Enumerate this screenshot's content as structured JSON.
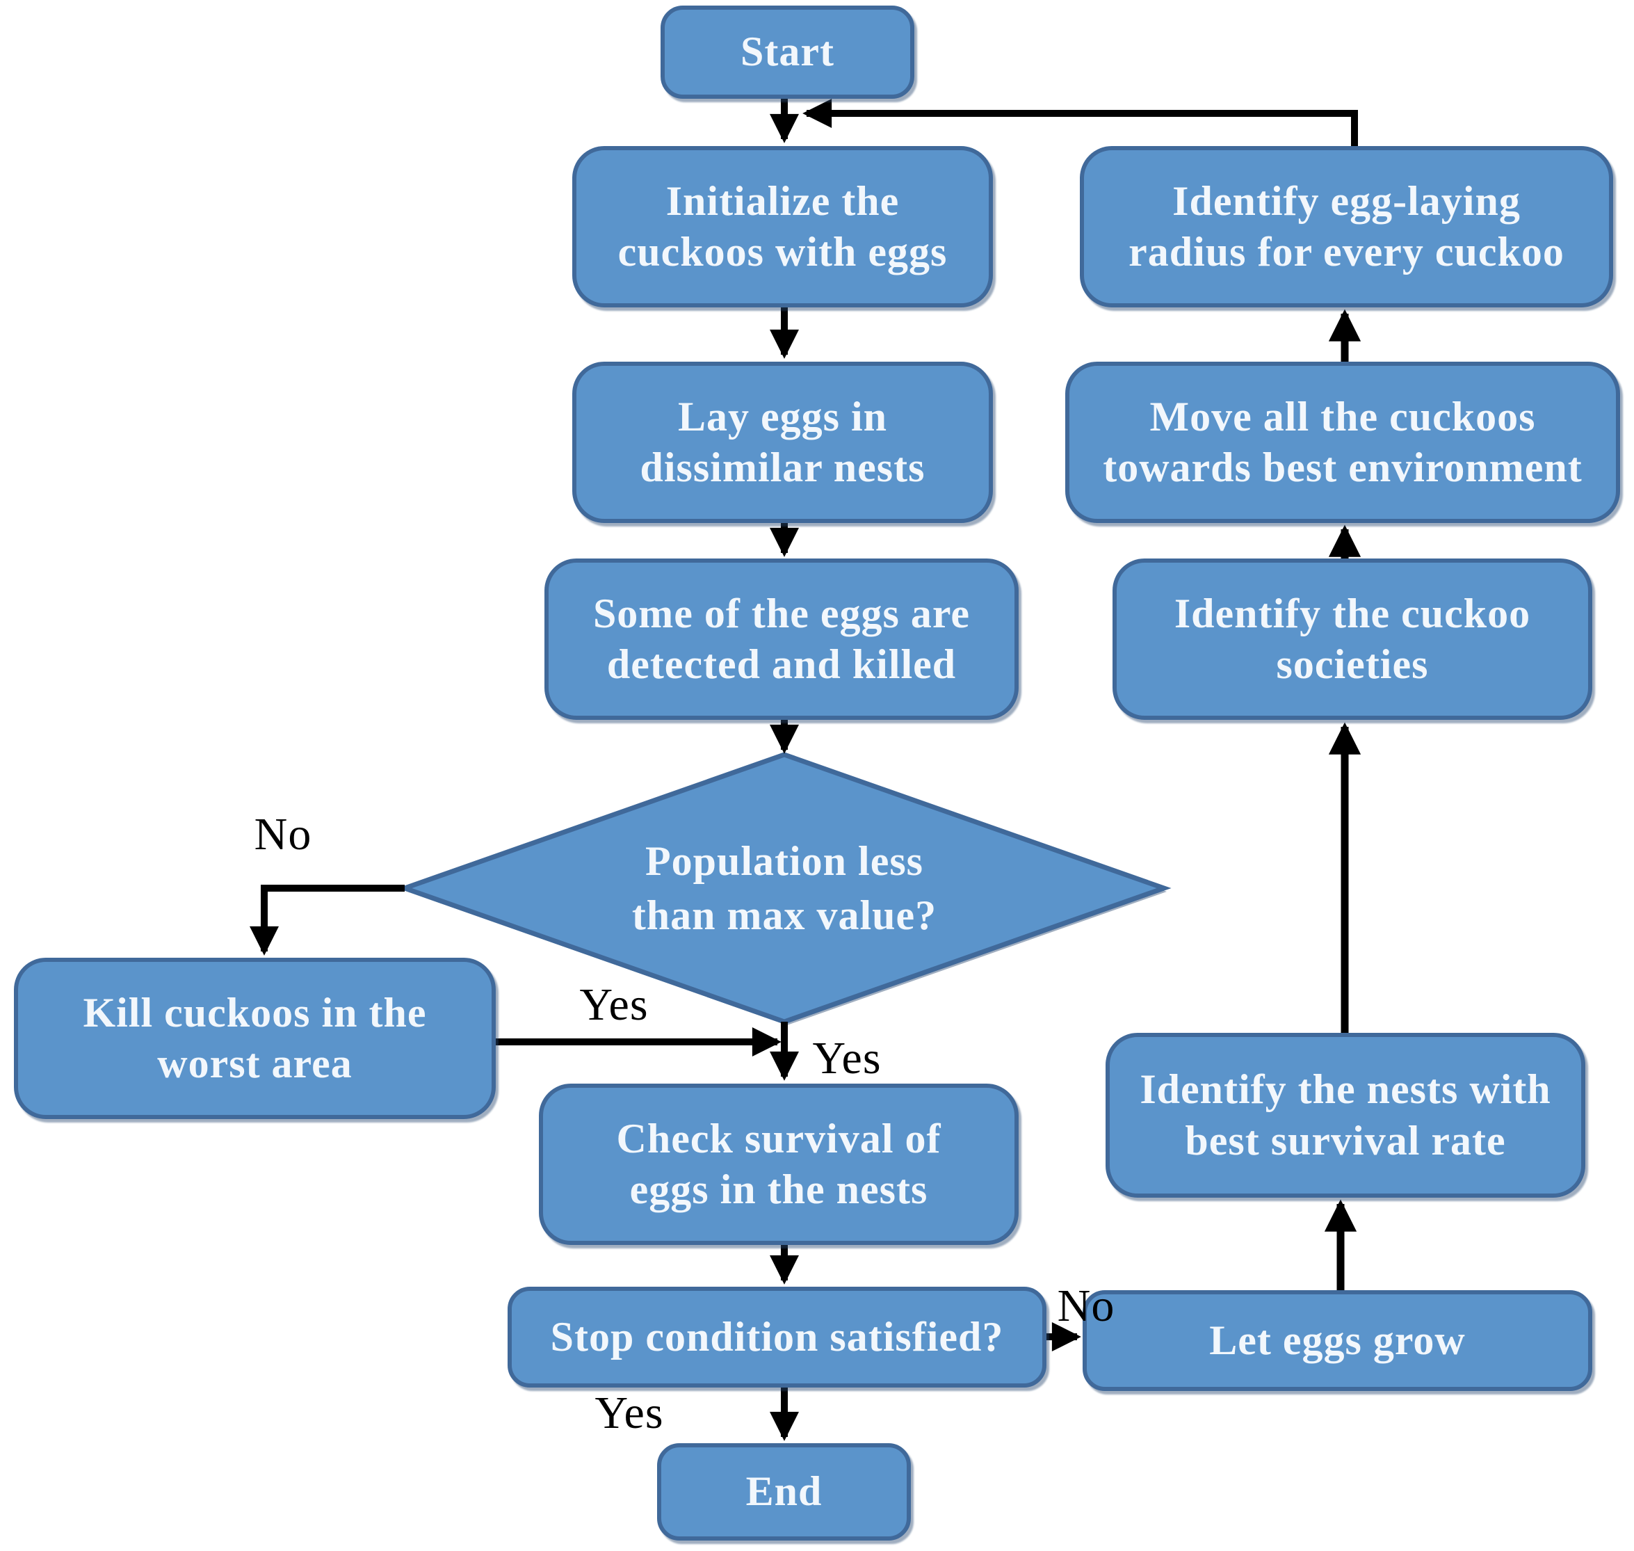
{
  "colors": {
    "node_fill": "#5b94cb",
    "node_border": "#40699a",
    "node_text": "#f2f7fc",
    "arrow": "#000000",
    "background": "#ffffff"
  },
  "nodes": {
    "start": {
      "lines": [
        "Start"
      ]
    },
    "initialize": {
      "lines": [
        "Initialize the",
        "cuckoos with eggs"
      ]
    },
    "lay_eggs": {
      "lines": [
        "Lay eggs in",
        "dissimilar nests"
      ]
    },
    "eggs_detected": {
      "lines": [
        "Some of the eggs are",
        "detected and killed"
      ]
    },
    "population_check": {
      "lines": [
        "Population less",
        "than max value?"
      ]
    },
    "kill_cuckoos": {
      "lines": [
        "Kill cuckoos in the",
        "worst area"
      ]
    },
    "check_survival": {
      "lines": [
        "Check survival of",
        "eggs in the nests"
      ]
    },
    "stop_condition": {
      "lines": [
        "Stop condition satisfied?"
      ]
    },
    "end": {
      "lines": [
        "End"
      ]
    },
    "let_eggs_grow": {
      "lines": [
        "Let eggs grow"
      ]
    },
    "identify_nests": {
      "lines": [
        "Identify the nests with",
        "best survival rate"
      ]
    },
    "identify_societies": {
      "lines": [
        "Identify the cuckoo",
        "societies"
      ]
    },
    "move_cuckoos": {
      "lines": [
        "Move all the cuckoos",
        "towards best environment"
      ]
    },
    "identify_radius": {
      "lines": [
        "Identify egg-laying",
        "radius for every cuckoo"
      ]
    }
  },
  "edge_labels": {
    "population_no": "No",
    "population_yes_left": "Yes",
    "population_yes_down": "Yes",
    "stop_no": "No",
    "stop_yes": "Yes"
  }
}
